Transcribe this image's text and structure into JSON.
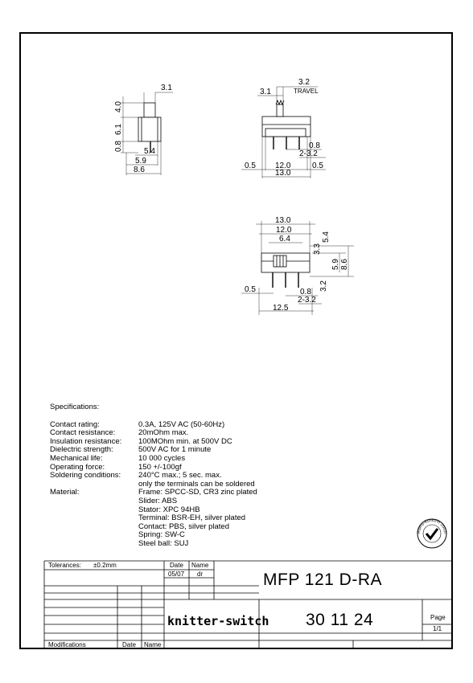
{
  "drawing": {
    "dims_side": [
      "3.1",
      "4.0",
      "6.1",
      "0.8",
      "5.4",
      "5.9",
      "8.6"
    ],
    "dims_front": [
      "3.1",
      "3.2",
      "TRAVEL",
      "0.8",
      "2-3.2",
      "0.5",
      "12.0",
      "0.5",
      "13.0"
    ],
    "dims_bottom": [
      "13.0",
      "12.0",
      "6.4",
      "5.4",
      "3.3",
      "5.9",
      "8.6",
      "3.2",
      "0.5",
      "0.8",
      "2-3.2",
      "12.5"
    ]
  },
  "specs": {
    "heading": "Specifications:",
    "items": [
      {
        "label": "Contact rating:",
        "value": "0.3A, 125V AC (50-60Hz)"
      },
      {
        "label": "Contact resistance:",
        "value": "20mOhm max."
      },
      {
        "label": "Insulation resistance:",
        "value": "100MOhm min. at 500V DC"
      },
      {
        "label": "Dielectric strength:",
        "value": "500V AC for 1 minute"
      },
      {
        "label": "Mechanical life:",
        "value": "10 000 cycles"
      },
      {
        "label": "Operating force:",
        "value": "150 +/-100gf"
      },
      {
        "label": "Soldering conditions:",
        "value": "240°C max.; 5 sec. max."
      },
      {
        "label": "",
        "value": "only the terminals can be soldered"
      },
      {
        "label": "Material:",
        "value": "Frame: SPCC-SD, CR3 zinc plated"
      },
      {
        "label": "",
        "value": "Slider: ABS"
      },
      {
        "label": "",
        "value": "Stator: XPC 94HB"
      },
      {
        "label": "",
        "value": "Terminal: BSR-EH, silver plated"
      },
      {
        "label": "",
        "value": "Contact: PBS, silver plated"
      },
      {
        "label": "",
        "value": "Spring: SW-C"
      },
      {
        "label": "",
        "value": "Steel ball: SUJ"
      }
    ]
  },
  "seal": {
    "text": "RoHS-konform 2002/95 EG"
  },
  "titleblock": {
    "tolerances_label": "Tolerances:",
    "tolerances_value": "±0.2mm",
    "date_label": "Date",
    "name_label": "Name",
    "date_value": "05/07",
    "name_value": "dr",
    "part_title": "MFP 121 D-RA",
    "brand": "knitter-switch",
    "part_number": "30 11 24",
    "page_label": "Page",
    "page_value": "1/1",
    "modifications_label": "Modifications",
    "mod_date_label": "Date",
    "mod_name_label": "Name"
  }
}
